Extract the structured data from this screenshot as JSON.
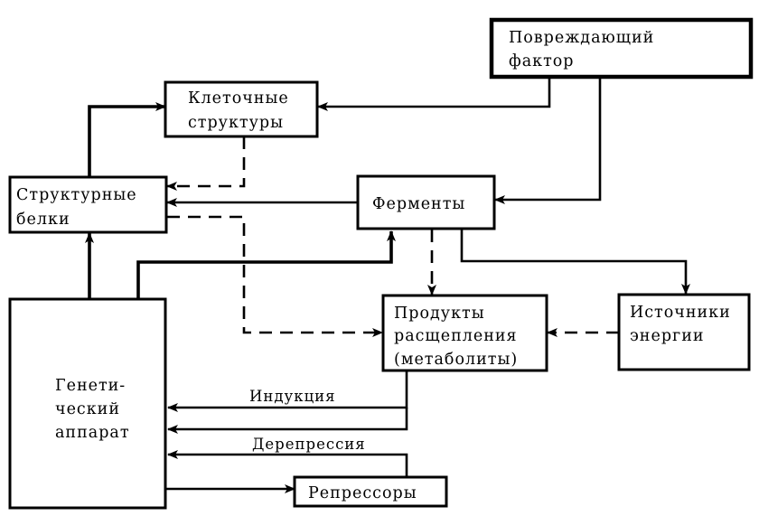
{
  "diagram": {
    "type": "block-flow",
    "language": "ru",
    "nodes": {
      "damaging_factor": {
        "lines": [
          "Повреждающий",
          "фактор"
        ]
      },
      "cell_structures": {
        "lines": [
          "Клеточные",
          "структуры"
        ]
      },
      "structural_proteins": {
        "lines": [
          "Структурные",
          "белки"
        ]
      },
      "enzymes": {
        "lines": [
          "Ферменты"
        ]
      },
      "breakdown_products": {
        "lines": [
          "Продукты",
          "расщепления",
          "(метаболиты)"
        ]
      },
      "energy_sources": {
        "lines": [
          "Источники",
          "энергии"
        ]
      },
      "genetic_apparatus": {
        "lines": [
          "Генети-",
          "ческий",
          "аппарат"
        ]
      },
      "repressors": {
        "lines": [
          "Репрессоры"
        ]
      }
    },
    "edge_labels": {
      "induction": "Индукция",
      "derepression": "Дерепрессия"
    },
    "edges": [
      {
        "from": "damaging_factor",
        "to": "cell_structures",
        "style": "solid"
      },
      {
        "from": "damaging_factor",
        "to": "enzymes",
        "style": "solid"
      },
      {
        "from": "structural_proteins",
        "to": "cell_structures",
        "style": "solid"
      },
      {
        "from": "cell_structures",
        "to": "structural_proteins",
        "style": "dashed"
      },
      {
        "from": "enzymes",
        "to": "structural_proteins",
        "style": "solid"
      },
      {
        "from": "structural_proteins",
        "to": "breakdown_products",
        "style": "dashed"
      },
      {
        "from": "enzymes",
        "to": "breakdown_products",
        "style": "dashed"
      },
      {
        "from": "enzymes",
        "to": "energy_sources",
        "style": "solid"
      },
      {
        "from": "energy_sources",
        "to": "breakdown_products",
        "style": "dashed"
      },
      {
        "from": "genetic_apparatus",
        "to": "structural_proteins",
        "style": "solid"
      },
      {
        "from": "genetic_apparatus",
        "to": "enzymes",
        "style": "solid"
      },
      {
        "from": "breakdown_products",
        "to": "genetic_apparatus",
        "style": "solid",
        "label": "induction"
      },
      {
        "from": "breakdown_products",
        "to": "genetic_apparatus",
        "style": "solid"
      },
      {
        "from": "repressors",
        "to": "genetic_apparatus",
        "style": "solid",
        "label": "derepression"
      },
      {
        "from": "genetic_apparatus",
        "to": "repressors",
        "style": "solid"
      }
    ]
  }
}
